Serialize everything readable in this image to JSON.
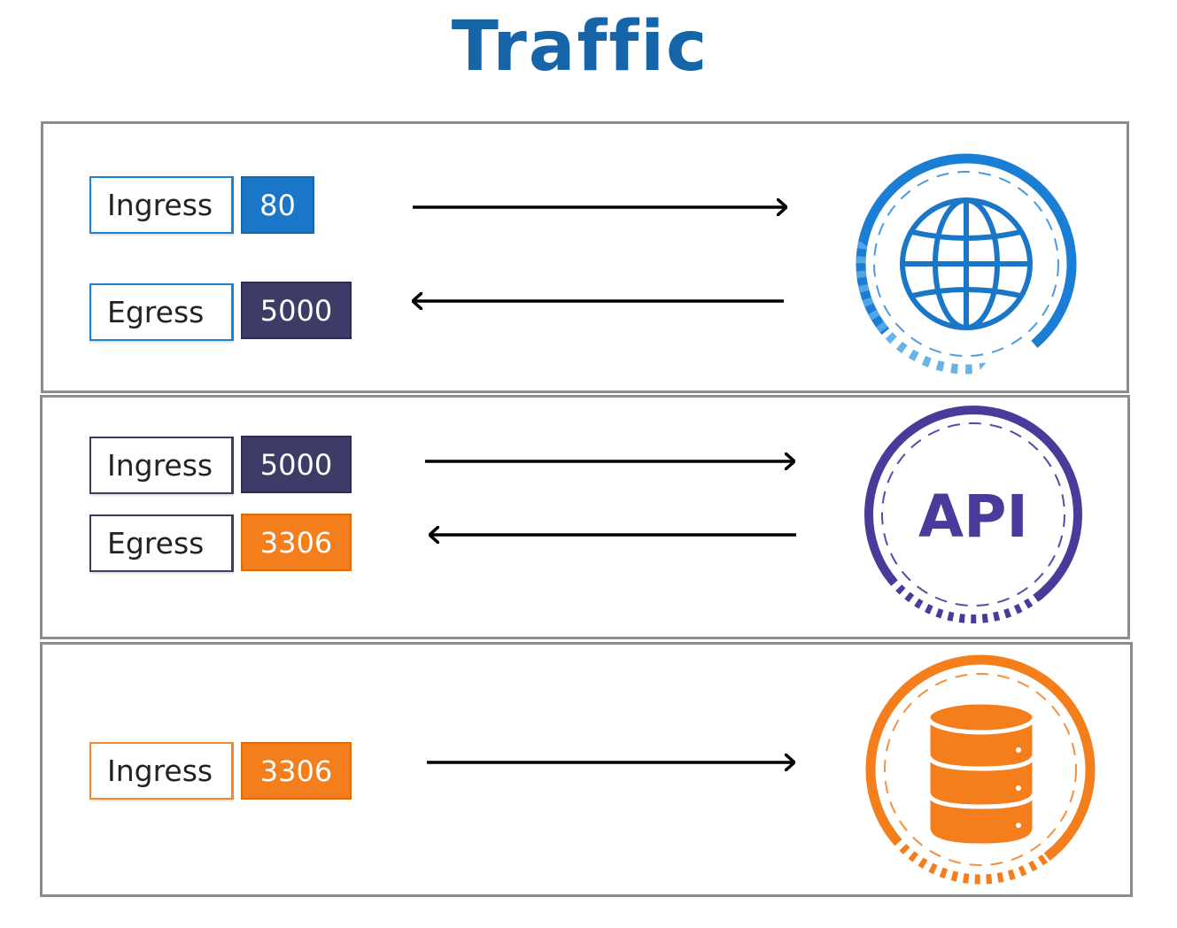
{
  "title": "Traffic",
  "colors": {
    "title": "#1565a8",
    "web": "#1a76c7",
    "api": "#4a3a9a",
    "db": "#f47d1c",
    "navy_port": "#3e3c66"
  },
  "panels": [
    {
      "id": "web",
      "icon": "globe-icon",
      "rows": [
        {
          "label": "Ingress",
          "port": "80",
          "direction": "right"
        },
        {
          "label": "Egress",
          "port": "5000",
          "direction": "left"
        }
      ]
    },
    {
      "id": "api",
      "icon_text": "API",
      "rows": [
        {
          "label": "Ingress",
          "port": "5000",
          "direction": "right"
        },
        {
          "label": "Egress",
          "port": "3306",
          "direction": "left"
        }
      ]
    },
    {
      "id": "db",
      "icon": "database-icon",
      "rows": [
        {
          "label": "Ingress",
          "port": "3306",
          "direction": "right"
        }
      ]
    }
  ]
}
